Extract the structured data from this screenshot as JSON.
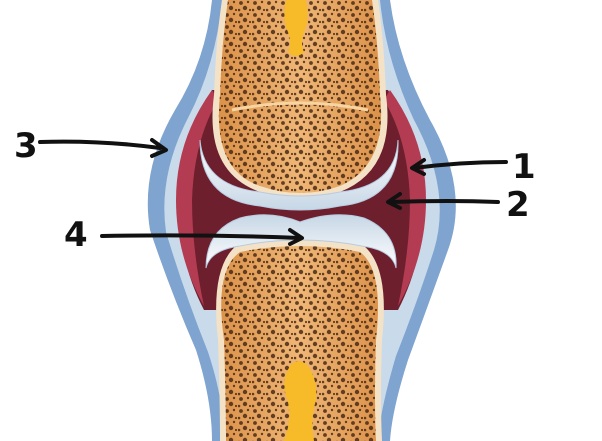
{
  "labels": {
    "l1": "1",
    "l2": "2",
    "l3": "3",
    "l4": "4"
  },
  "colors": {
    "capsule_outer": "#7ea4cf",
    "capsule_light": "#c9daeb",
    "synovial_fluid": "#6e1f2e",
    "synovial_membrane": "#b43c52",
    "cartilage": "#ffffff",
    "bone_cortex": "#f4e2c6",
    "bone_spongy": "#e5a15d",
    "marrow": "#f7bb2a",
    "pores": "#4a2a15",
    "ink": "#111111"
  }
}
